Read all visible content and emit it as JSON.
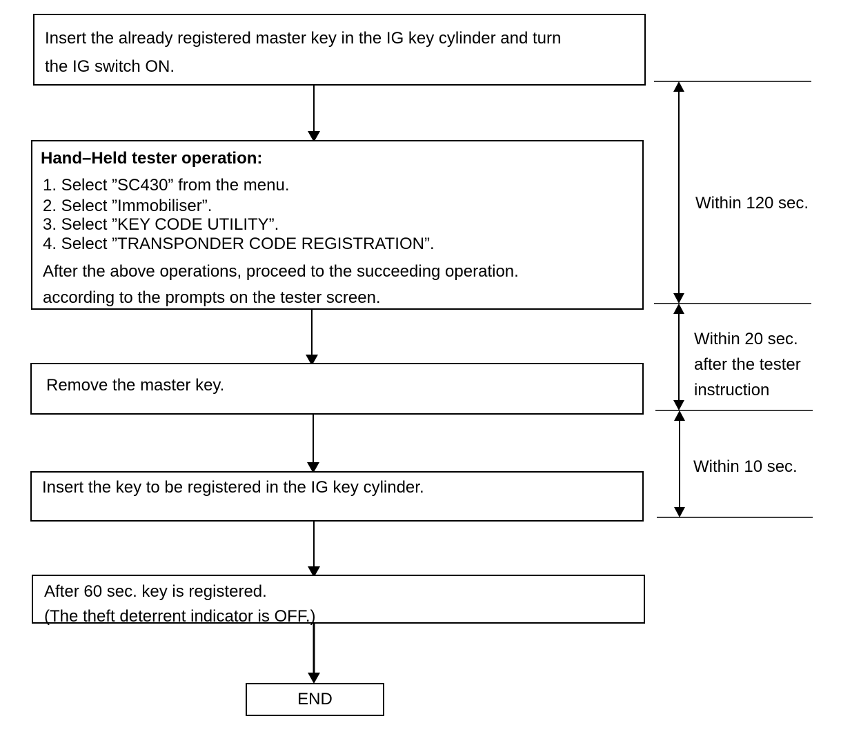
{
  "steps": {
    "step1": {
      "line1": "Insert the already registered master key in the IG key cylinder and turn",
      "line2": "the IG switch ON."
    },
    "step2": {
      "heading": "Hand–Held tester operation:",
      "items": [
        "1. Select ”SC430” from the menu.",
        "2. Select ”Immobiliser”.",
        "3. Select ”KEY CODE UTILITY”.",
        "4. Select ”TRANSPONDER CODE REGISTRATION”."
      ],
      "after1": "After the above operations, proceed to the succeeding operation.",
      "after2": "according to the prompts on the tester screen."
    },
    "step3": {
      "text": "Remove the master key."
    },
    "step4": {
      "text": "Insert the key to be registered in the IG key cylinder."
    },
    "step5": {
      "line1": "After 60 sec. key is registered.",
      "line2": "(The theft deterrent indicator is OFF.)"
    },
    "end": {
      "text": "END"
    }
  },
  "timings": {
    "t120": "Within 120 sec.",
    "t20_line1": "Within 20 sec.",
    "t20_line2": "after the tester",
    "t20_line3": "instruction",
    "t10": "Within 10 sec."
  }
}
